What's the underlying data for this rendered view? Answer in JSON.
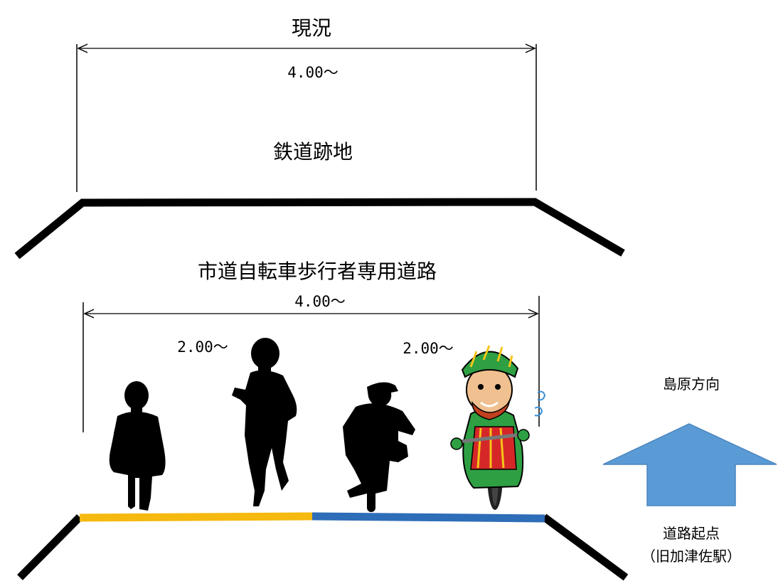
{
  "current": {
    "title": "現況",
    "width_label": "4.00～",
    "area_label": "鉄道跡地"
  },
  "proposed": {
    "title": "市道自転車歩行者専用道路",
    "width_label": "4.00～",
    "left_lane_label": "2.00～",
    "right_lane_label": "2.00～"
  },
  "direction": {
    "label": "島原方向",
    "origin_line1": "道路起点",
    "origin_line2": "（旧加津佐駅）"
  },
  "colors": {
    "pedestrian_lane": "#f5b90f",
    "bicycle_lane": "#2e6db8",
    "arrow": "#5b9bd5",
    "ground": "#000000"
  }
}
